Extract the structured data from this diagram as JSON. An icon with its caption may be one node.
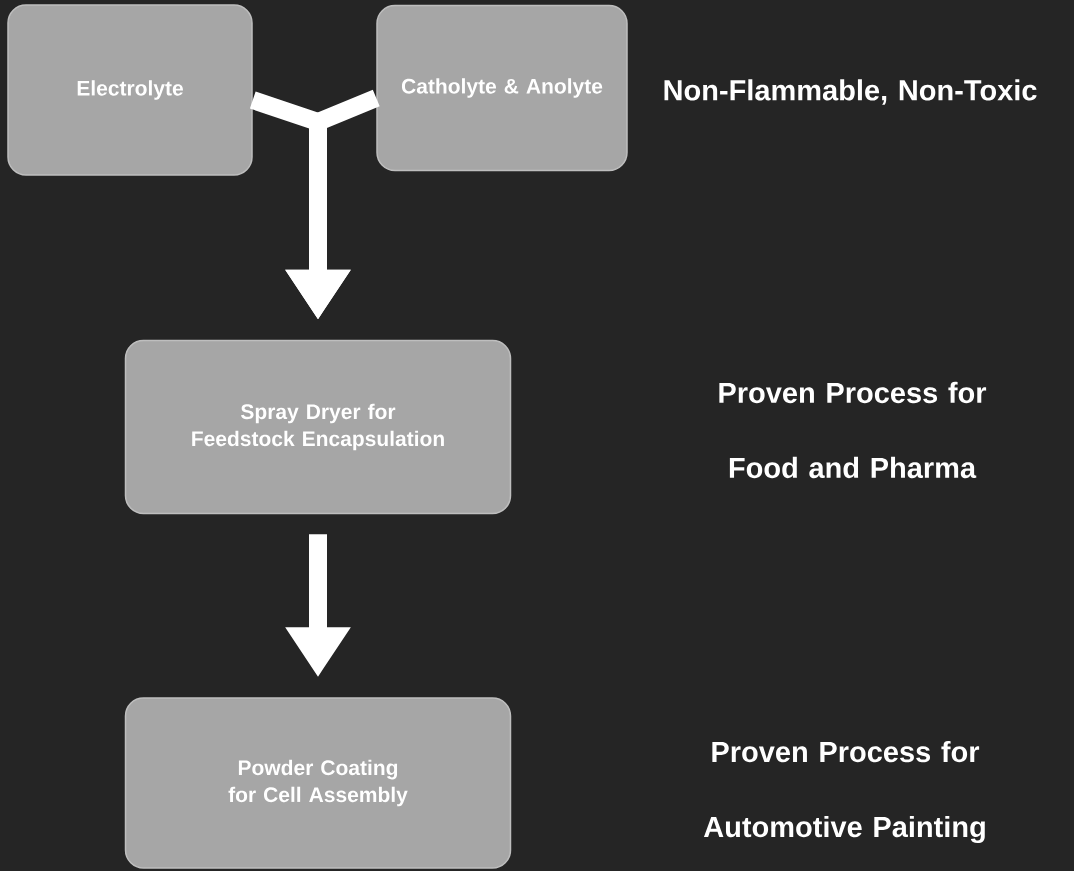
{
  "diagram": {
    "nodes": [
      {
        "text": [
          "Electrolyte"
        ]
      },
      {
        "text": [
          "Catholyte & Anolyte"
        ]
      },
      {
        "text": [
          "Spray Dryer for Feedstock Encapsulation"
        ]
      },
      {
        "text": [
          "Powder Coating for Cell Assembly"
        ]
      }
    ],
    "edges": [
      {
        "from": 0,
        "to": 2,
        "arrow": "to"
      },
      {
        "from": 1,
        "to": 2,
        "arrow": "to"
      },
      {
        "from": 2,
        "to": 3,
        "arrow": "to"
      }
    ],
    "labels": [
      "Non-Flammable, Non-Toxic",
      "Proven Process for Food and Pharma",
      "Proven Process for Automotive Painting"
    ]
  }
}
